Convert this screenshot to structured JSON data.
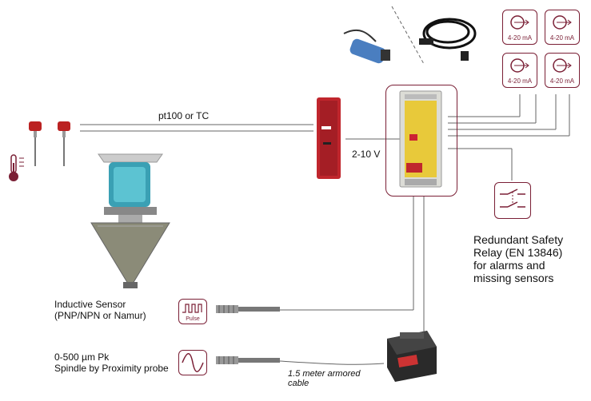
{
  "labels": {
    "pt100": "pt100 or TC",
    "voltage": "2-10 V",
    "relay": [
      "Redundant Safety",
      "Relay (EN 13846)",
      "for alarms and",
      "missing sensors"
    ],
    "inductive": [
      "Inductive Sensor",
      "(PNP/NPN or Namur)"
    ],
    "proximity": [
      "0-500 µm Pk",
      "Spindle by Proximity probe"
    ],
    "cable": [
      "1.5 meter armored",
      "cable"
    ],
    "pulse": "Pulse",
    "outputs": [
      "4-20 mA",
      "4-20 mA",
      "4-20 mA",
      "4-20 mA"
    ]
  },
  "colors": {
    "accent": "#7a1f35",
    "lines": "#555555",
    "device_red": "#c0262d",
    "device_body": "#dcdcd6",
    "device_label": "#e8c93a"
  },
  "icons": {
    "thermometer": "thermometer-icon",
    "relay": "relay-switch-icon",
    "pulse": "pulse-wave-icon",
    "sine": "sine-wave-icon",
    "output": "current-output-icon"
  }
}
